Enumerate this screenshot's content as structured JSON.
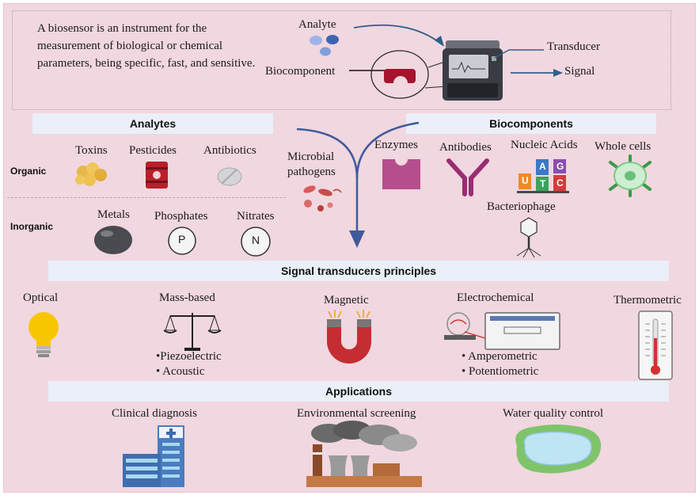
{
  "intro": {
    "definition": "A biosensor is an instrument for the measurement of biological or chemical parameters, being specific, fast, and sensitive.",
    "analyte": "Analyte",
    "biocomponent": "Biocomponent",
    "transducer": "Transducer",
    "signal": "Signal"
  },
  "analytes": {
    "header": "Analytes",
    "organic_label": "Organic",
    "inorganic_label": "Inorganic",
    "organic": [
      "Toxins",
      "Pesticides",
      "Antibiotics"
    ],
    "inorganic": [
      "Metals",
      "Phosphates",
      "Nitrates"
    ],
    "phosphate_symbol": "P",
    "nitrate_symbol": "N",
    "microbial": "Microbial pathogens"
  },
  "biocomponents": {
    "header": "Biocomponents",
    "items": [
      "Enzymes",
      "Antibodies",
      "Nucleic Acids",
      "Whole cells"
    ],
    "bacteriophage": "Bacteriophage",
    "nucleotides": [
      "U",
      "A",
      "T",
      "G",
      "C"
    ]
  },
  "transducers": {
    "header": "Signal transducers principles",
    "optical": "Optical",
    "mass": "Mass-based",
    "mass_sub": [
      "•Piezoelectric",
      "• Acoustic"
    ],
    "magnetic": "Magnetic",
    "electrochemical": "Electrochemical",
    "electro_sub": [
      "• Amperometric",
      "• Potentiometric"
    ],
    "thermometric": "Thermometric"
  },
  "applications": {
    "header": "Applications",
    "items": [
      "Clinical diagnosis",
      "Environmental screening",
      "Water quality control"
    ]
  }
}
